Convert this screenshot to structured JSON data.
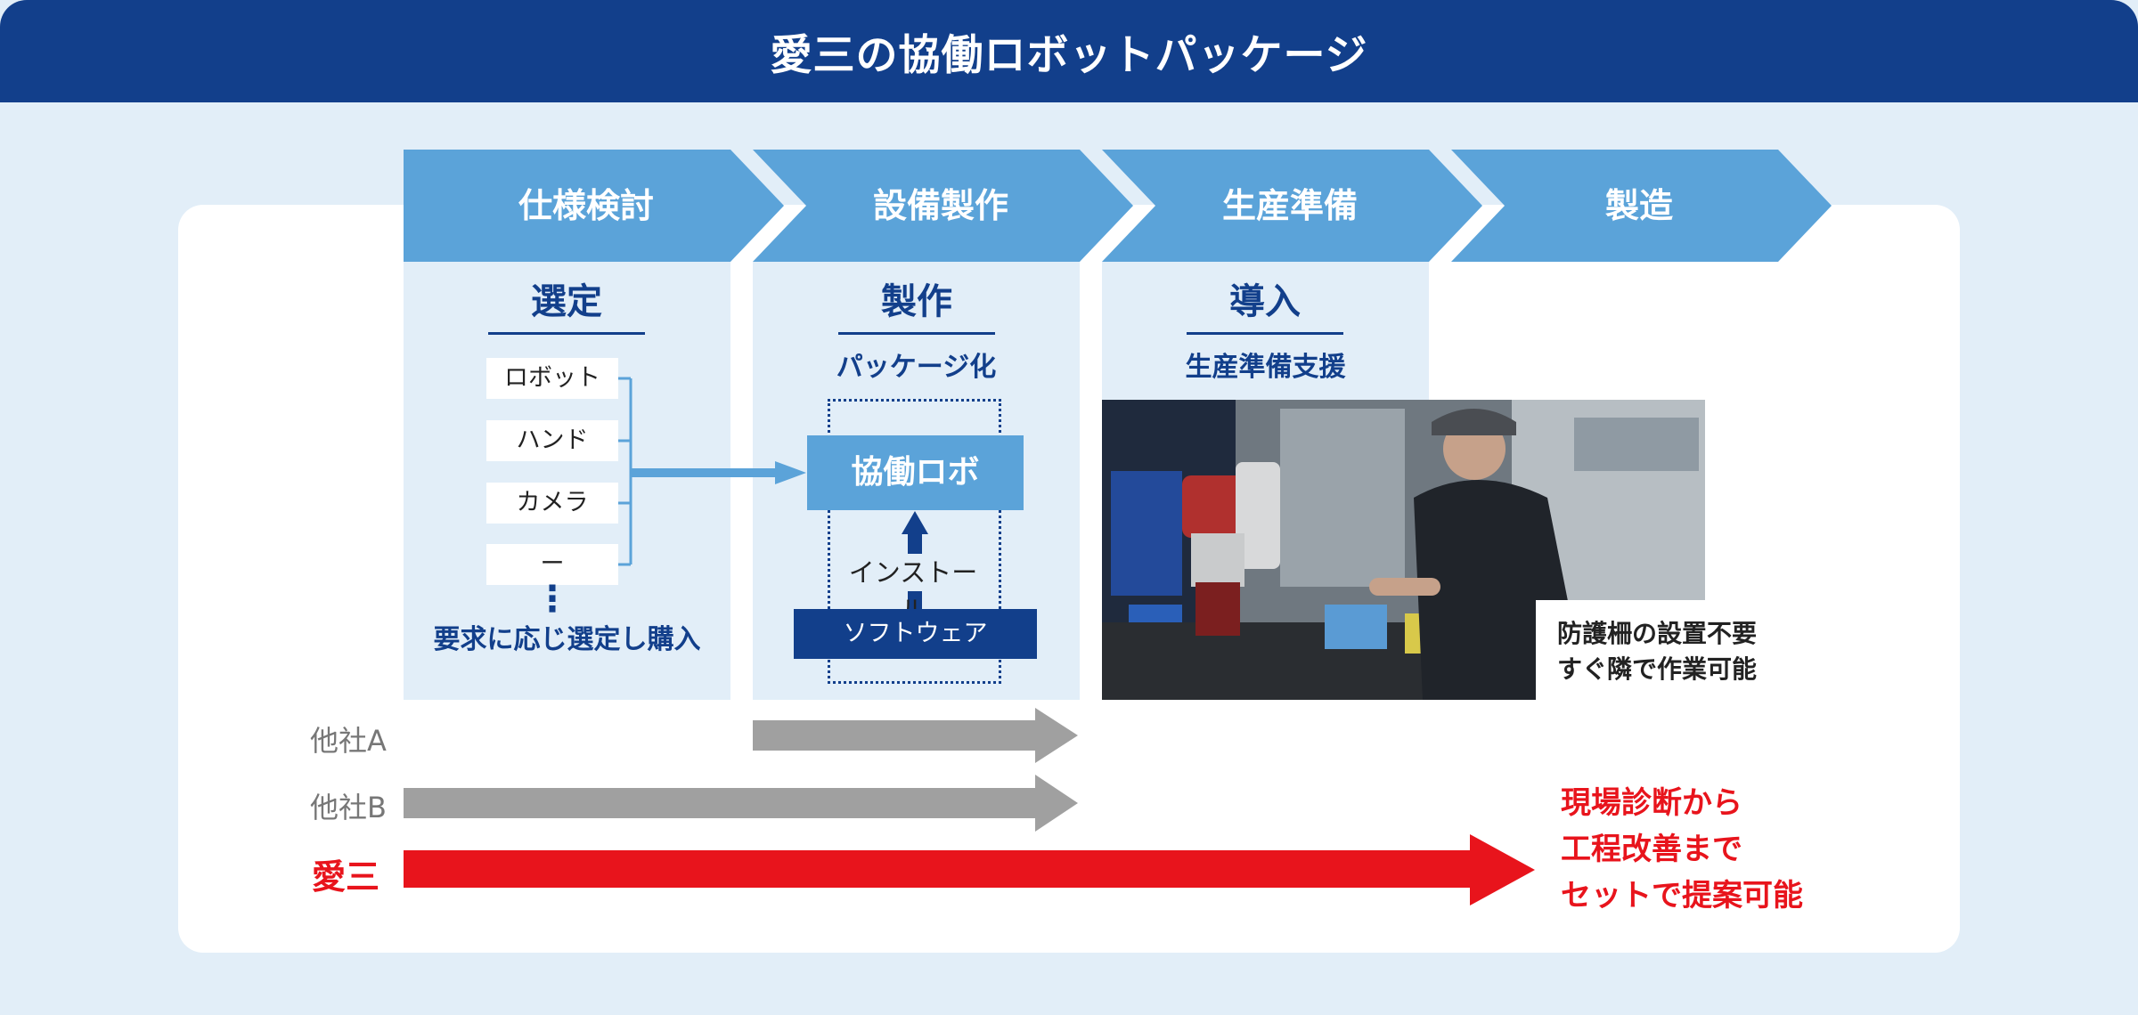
{
  "header": {
    "title": "愛三の協働ロボットパッケージ"
  },
  "steps": [
    {
      "label": "仕様検討"
    },
    {
      "label": "設備製作"
    },
    {
      "label": "生産準備"
    },
    {
      "label": "製造"
    }
  ],
  "selection": {
    "title": "選定",
    "items": [
      "ロボット",
      "ハンド",
      "カメラ",
      "ー"
    ],
    "ellipsis": "⋮",
    "note": "要求に応じ選定し購入"
  },
  "production": {
    "title": "製作",
    "subtitle": "パッケージ化",
    "robot_label": "協働ロボ",
    "install_label": "インストール",
    "software_label": "ソフトウェア"
  },
  "introduction": {
    "title": "導入",
    "subtitle": "生産準備支援",
    "caption_line1": "防護柵の設置不要",
    "caption_line2": "すぐ隣で作業可能"
  },
  "rows": [
    {
      "label": "他社A"
    },
    {
      "label": "他社B"
    },
    {
      "label": "愛三"
    }
  ],
  "proposal": {
    "line1": "現場診断から",
    "line2": "工程改善まで",
    "line3": "セットで提案可能"
  },
  "colors": {
    "navy": "#123f8b",
    "step_blue": "#5ba3d9",
    "light_bg": "#e2eef8",
    "gray_arrow": "#a0a0a0",
    "red": "#e8141c"
  }
}
